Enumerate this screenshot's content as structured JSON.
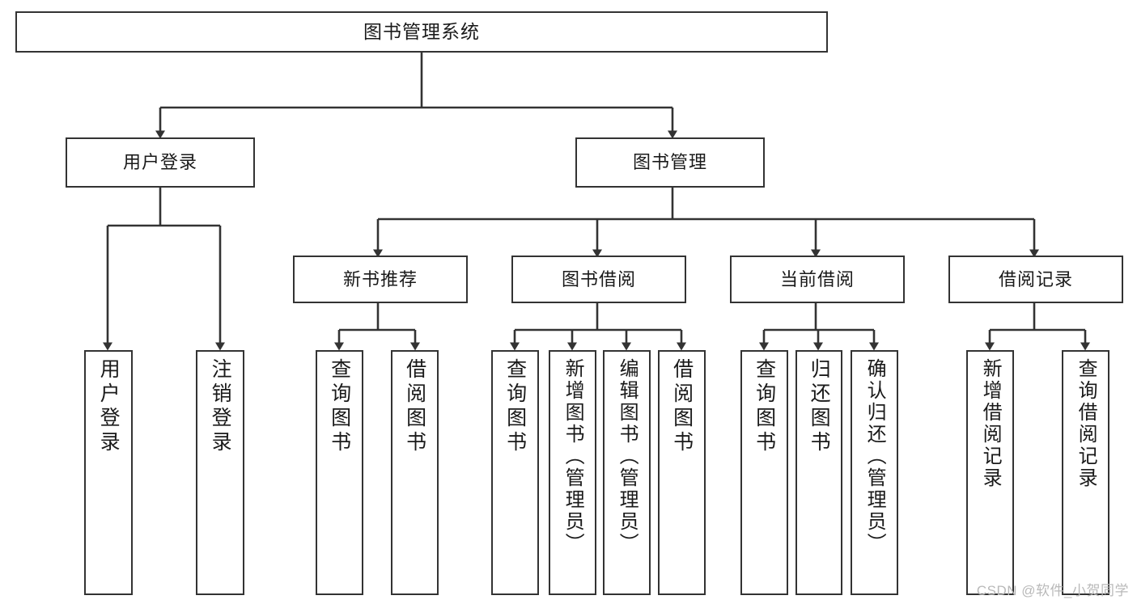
{
  "diagram": {
    "title": "图书管理系统",
    "type": "tree-hierarchy",
    "orientation": "top-down",
    "colors": {
      "node_border": "#333333",
      "node_fill": "#ffffff",
      "edge": "#333333",
      "text": "#1a1a1a",
      "watermark": "#b9b9b9",
      "background": "#ffffff"
    },
    "root": {
      "label": "图书管理系统"
    },
    "level2": [
      {
        "label": "用户登录"
      },
      {
        "label": "图书管理"
      }
    ],
    "level3": [
      {
        "label": "新书推荐"
      },
      {
        "label": "图书借阅"
      },
      {
        "label": "当前借阅"
      },
      {
        "label": "借阅记录"
      }
    ],
    "leaves": {
      "user_login": [
        {
          "label": "用户登录"
        },
        {
          "label": "注销登录"
        }
      ],
      "new_book_recommend": [
        {
          "label": "查询图书"
        },
        {
          "label": "借阅图书"
        }
      ],
      "book_borrow": [
        {
          "label": "查询图书"
        },
        {
          "label": "新增图书（管理员）"
        },
        {
          "label": "编辑图书（管理员）"
        },
        {
          "label": "借阅图书"
        }
      ],
      "current_borrow": [
        {
          "label": "查询图书"
        },
        {
          "label": "归还图书"
        },
        {
          "label": "确认归还（管理员）"
        }
      ],
      "borrow_record": [
        {
          "label": "新增借阅记录"
        },
        {
          "label": "查询借阅记录"
        }
      ]
    }
  },
  "watermark": {
    "text": "CSDN @软件_小贺同学"
  }
}
